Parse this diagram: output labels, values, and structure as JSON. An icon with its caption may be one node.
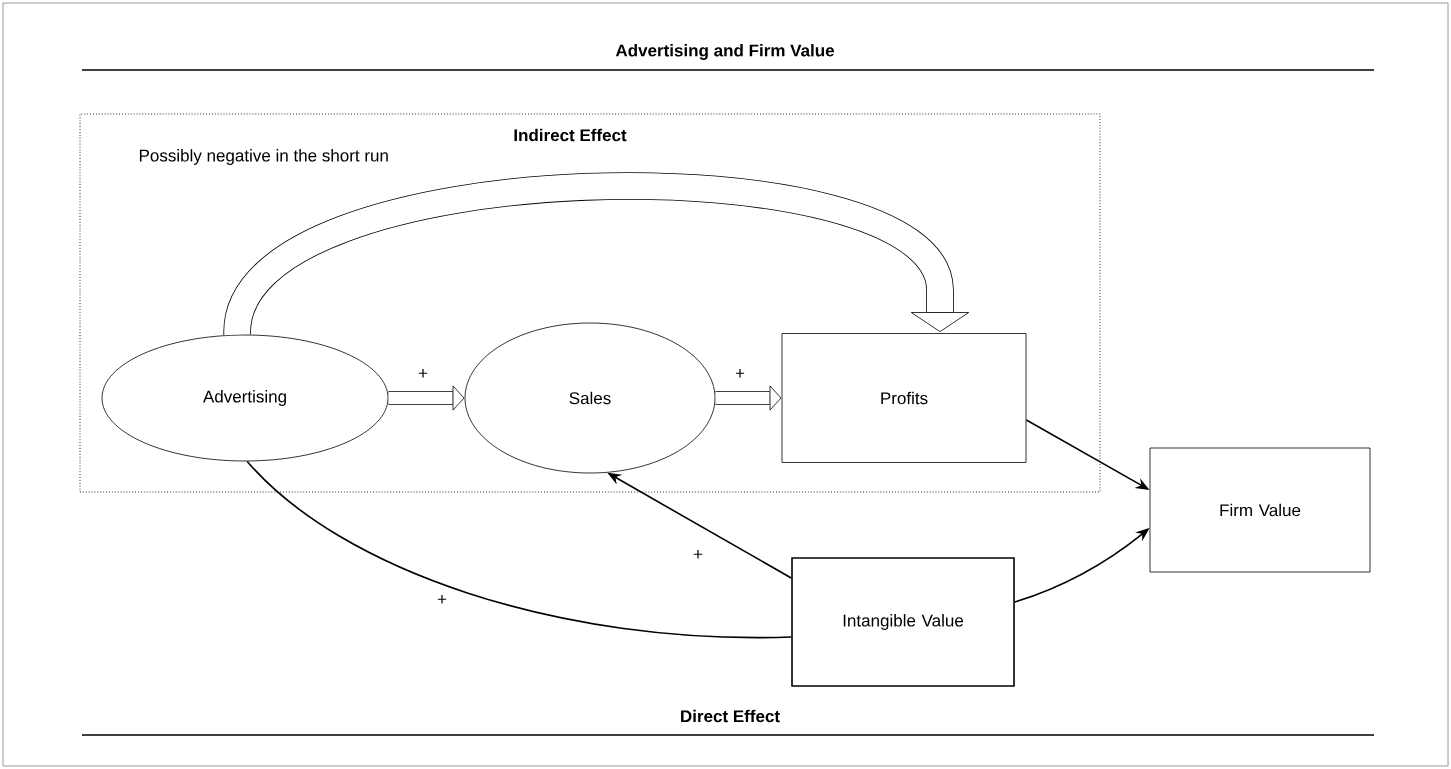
{
  "diagram": {
    "title": "Advertising and Firm Value",
    "nodes": [
      {
        "text": [
          "Indirect Effect"
        ]
      },
      {
        "text": [
          "Advertising"
        ],
        "in": 0
      },
      {
        "text": [
          "Sales"
        ],
        "in": 0
      },
      {
        "text": [
          "Profits"
        ],
        "in": 0
      },
      {
        "text": [
          "Firm Value"
        ]
      },
      {
        "text": [
          "Intangible Value"
        ]
      }
    ],
    "edges": [
      {
        "from": 1,
        "to": 2,
        "arrow": "to",
        "style": "thick",
        "label": "+"
      },
      {
        "from": 2,
        "to": 3,
        "arrow": "to",
        "style": "thick",
        "label": "+"
      },
      {
        "from": 1,
        "to": 3,
        "arrow": "to",
        "style": "thick"
      },
      {
        "from": 3,
        "to": 4,
        "arrow": "to"
      },
      {
        "from": 5,
        "to": 4,
        "arrow": "to"
      },
      {
        "from": 5,
        "to": 2,
        "arrow": "to",
        "label": "+"
      },
      {
        "from": 1,
        "to": 5,
        "arrow": "none",
        "label": "+"
      }
    ],
    "labels": [
      "Possibly negative in the short run",
      "Direct Effect"
    ]
  }
}
